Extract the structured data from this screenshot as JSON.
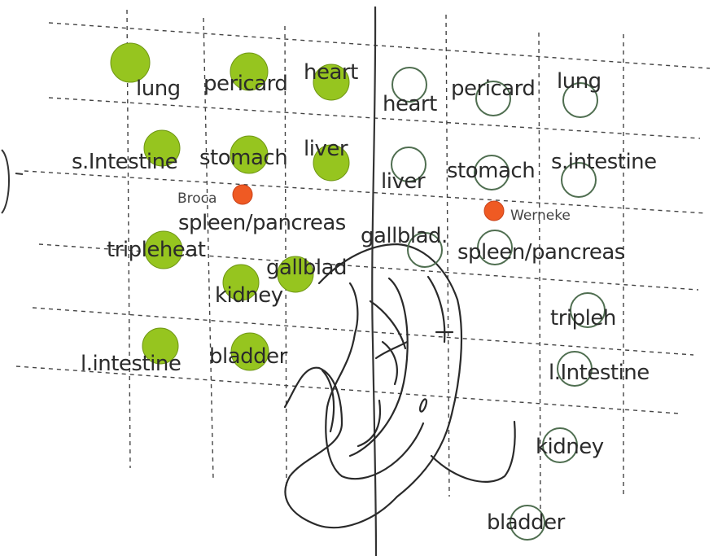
{
  "colors": {
    "filled_point": "#96c51f",
    "filled_point_stroke": "#6f9714",
    "open_point_stroke": "#4f6e50",
    "speech_area": "#ef5a23",
    "grid": "#444444",
    "ink": "#222222"
  },
  "left_side": {
    "lung": "lung",
    "pericard": "pericard",
    "heart": "heart",
    "s_intestine": "s.Intestine",
    "stomach": "stomach",
    "liver": "liver",
    "broca": "Broca",
    "spleen_pancreas": "spleen/pancreas",
    "tripleheat": "tripleheat",
    "gallblad": "gallblad",
    "kidney": "kidney",
    "l_intestine": "l.intestine",
    "bladder": "bladder"
  },
  "right_side": {
    "heart": "heart",
    "pericard": "pericard",
    "lung": "lung",
    "liver": "liver",
    "stomach": "stomach",
    "s_intestine": "s.intestine",
    "wernicke": "Werneke",
    "gallblad": "gallblad.",
    "spleen_pancreas": "spleen/pancreas",
    "tripleh": "tripleh",
    "l_intestine": "l.Intestine",
    "kidney": "kidney",
    "bladder": "bladder"
  }
}
